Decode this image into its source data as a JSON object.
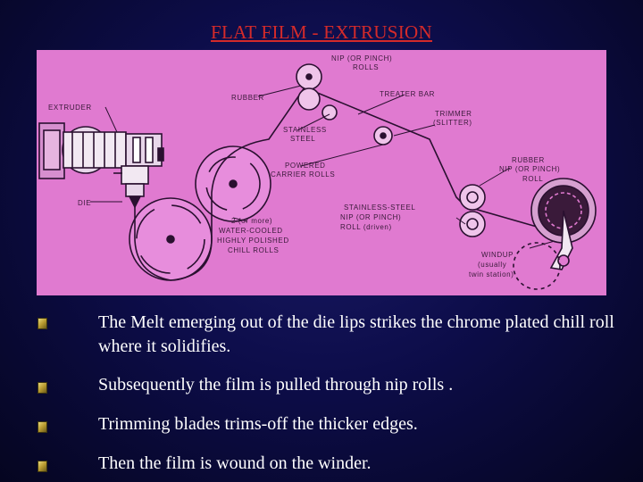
{
  "slide": {
    "title": "FLAT FILM - EXTRUSION"
  },
  "diagram": {
    "labels": {
      "nip_pinch_rolls": [
        "NIP (OR PINCH)",
        "ROLLS"
      ],
      "rubber_top": "RUBBER",
      "treater_bar": "TREATER BAR",
      "extruder": "EXTRUDER",
      "trimmer": [
        "TRIMMER",
        "(SLITTER)"
      ],
      "stainless_steel": [
        "STAINLESS",
        "STEEL"
      ],
      "rubber_nip": [
        "RUBBER",
        "NIP (OR PINCH)",
        "ROLL"
      ],
      "powered_carrier": [
        "POWERED",
        "CARRIER ROLLS"
      ],
      "die": "DIE",
      "stainless_nip": [
        "STAINLESS-STEEL",
        "NIP (OR PINCH)",
        "ROLL (driven)"
      ],
      "chill_rolls": [
        "2 (or more)",
        "WATER-COOLED",
        "HIGHLY POLISHED",
        "CHILL ROLLS"
      ],
      "windup": [
        "WINDUP",
        "(usually",
        "twin station)"
      ]
    }
  },
  "bullets": [
    {
      "text": "The Melt emerging out of the die lips strikes the chrome plated chill roll where it solidifies."
    },
    {
      "text": "Subsequently the film is pulled through nip rolls ."
    },
    {
      "text": "Trimming blades trims-off the thicker edges."
    },
    {
      "text": "Then the film is wound on the winder."
    }
  ]
}
